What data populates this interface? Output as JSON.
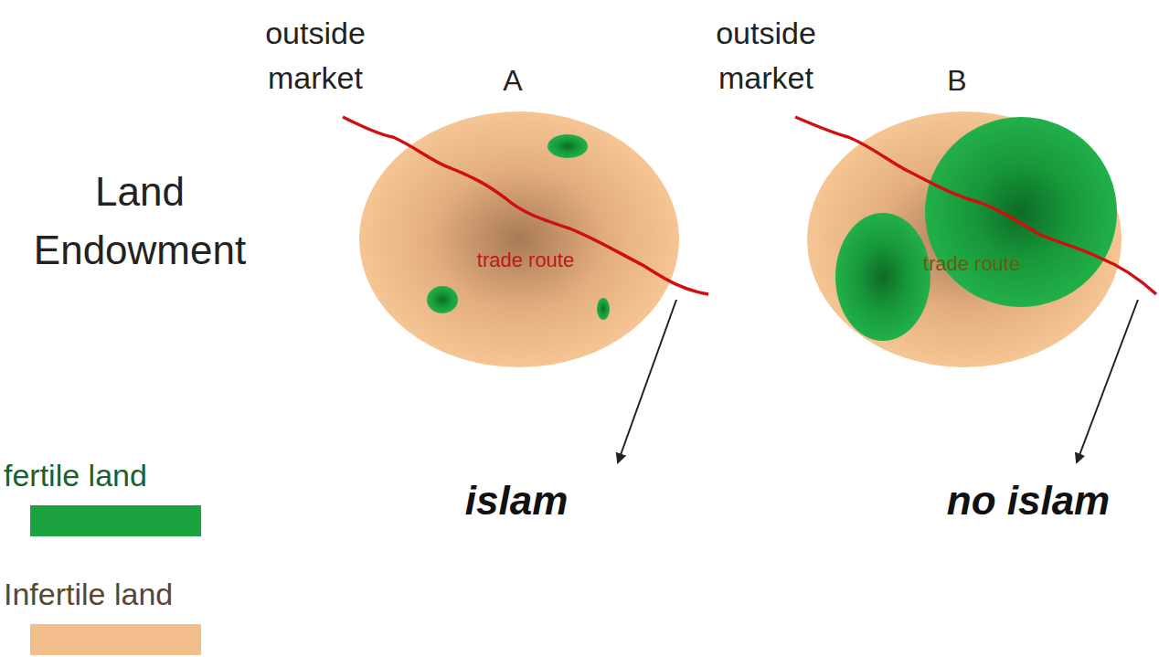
{
  "diagram": {
    "nodes": [
      {
        "text": [
          "A",
          "trade route"
        ]
      },
      {
        "text": [
          "B",
          "trade route"
        ]
      }
    ],
    "labels": [
      "outside market",
      "outside market",
      "Land Endowment",
      "islam",
      "no islam"
    ],
    "legend": [
      {
        "text": "fertile land",
        "color": "#1aa33f"
      },
      {
        "text": "Infertile land",
        "color": "#f2be8c"
      }
    ]
  }
}
